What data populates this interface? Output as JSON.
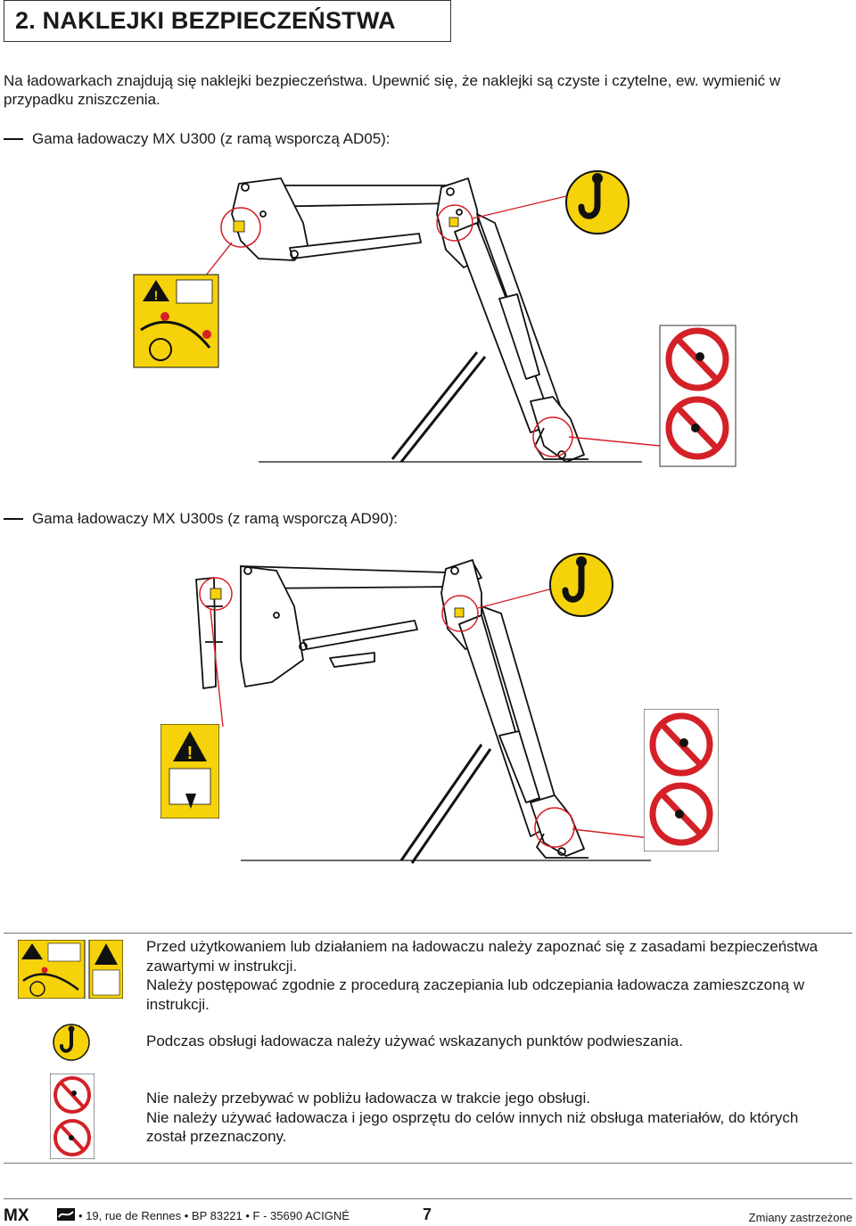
{
  "header": {
    "title": "2.   NAKLEJKI BEZPIECZEŃSTWA"
  },
  "intro": {
    "text": "Na ładowarkach znajdują się naklejki bezpieczeństwa. Upewnić się, że naklejki są czyste i czytelne, ew. wymienić w przypadku zniszczenia."
  },
  "sections": {
    "u300": {
      "heading": "Gama ładowaczy MX U300 (z ramą wsporczą AD05):"
    },
    "u300s": {
      "heading": "Gama ładowaczy MX U300s (z ramą wsporczą AD90):"
    }
  },
  "legend": {
    "read_manual": {
      "line1": "Przed użytkowaniem lub działaniem na ładowaczu należy zapoznać się z zasadami bezpieczeństwa zawartymi w instrukcji.",
      "line2": "Należy postępować zgodnie z procedurą zaczepiania lub odczepiania ładowacza zamieszczoną w instrukcji."
    },
    "hook": {
      "line1": "Podczas obsługi ładowacza należy używać wskazanych punktów podwieszania."
    },
    "prohibited": {
      "line1": "Nie należy przebywać w pobliżu ładowacza w trakcie jego obsługi.",
      "line2": "Nie należy używać ładowacza i jego osprzętu do celów innych niż obsługa materiałów, do których został przeznaczony."
    }
  },
  "footer": {
    "brand": "MX",
    "address": "• 19, rue de Rennes • BP 83221 • F - 35690 ACIGNÉ",
    "page_number": "7",
    "note": "Zmiany zastrzeżone"
  },
  "colors": {
    "warning_yellow": "#f5d20a",
    "prohibition_red": "#d42027",
    "line": "#111111"
  },
  "icons": {
    "warning": "warning-triangle-icon",
    "hook": "lifting-hook-icon",
    "prohibited": "prohibition-icon"
  }
}
